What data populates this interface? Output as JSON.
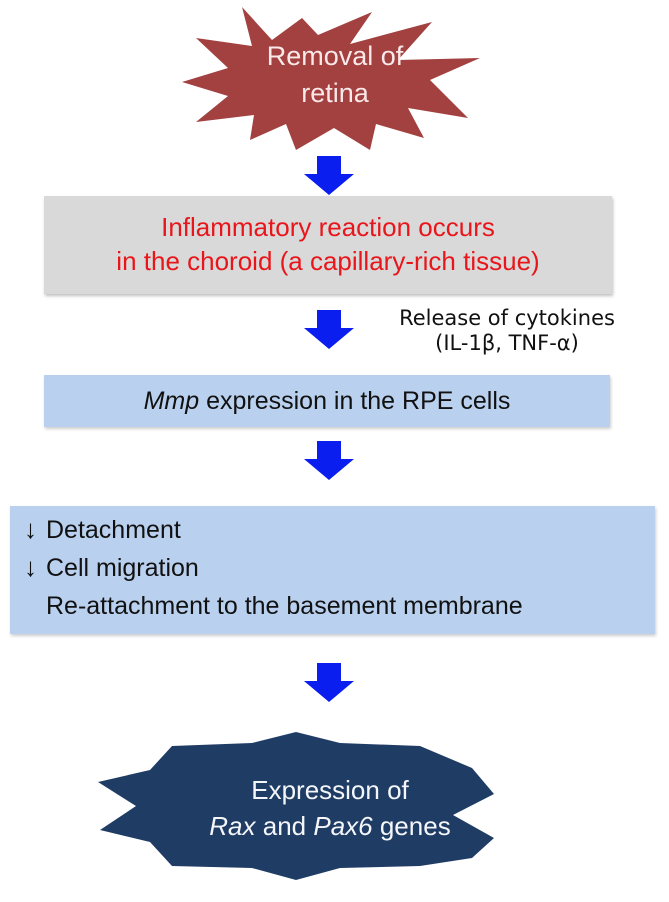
{
  "diagram": {
    "title": "Retina regeneration pathway",
    "start": {
      "lines": [
        "Removal of",
        "retina"
      ],
      "fill": "#a34040",
      "text_color": "#fbe9e9"
    },
    "step_inflammation": {
      "lines": [
        "Inflammatory reaction occurs",
        "in the choroid (a capillary-rich tissue)"
      ],
      "fill": "#d9d9d9",
      "text_color": "#e8161b"
    },
    "side_note": {
      "lines": [
        "Release of cytokines",
        "(IL-1β, TNF-α)"
      ]
    },
    "step_mmp": {
      "italic": "Mmp",
      "rest": " expression in the RPE cells",
      "fill": "#b9d0ee"
    },
    "step_cell_events": {
      "items": [
        "Detachment",
        "Cell migration",
        "Re-attachment to the basement membrane"
      ],
      "connector_icon": "down-arrow-icon",
      "fill": "#b9d0ee"
    },
    "end": {
      "line1": "Expression of",
      "gene1": "Rax",
      "and": " and ",
      "gene2": "Pax6",
      "suffix": " genes",
      "fill": "#1f3c64"
    },
    "flow_arrow_color": "#0a1ef0"
  }
}
